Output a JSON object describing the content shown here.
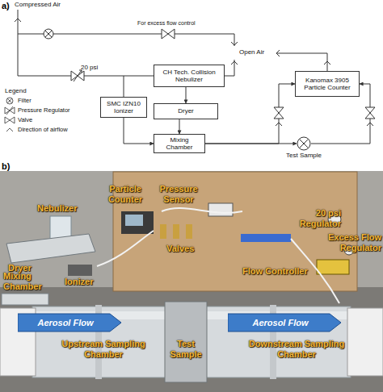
{
  "diagram": {
    "nodes": [
      {
        "text": [
          "CH Tech. Collision Nebulizer"
        ]
      },
      {
        "text": [
          "Kanomax 3905 Particle Counter"
        ]
      },
      {
        "text": [
          "SMC IZN10 Ionizer"
        ]
      },
      {
        "text": [
          "Dryer"
        ]
      },
      {
        "text": [
          "Mixing Chamber"
        ]
      },
      {
        "text": [
          "Test Sample"
        ]
      },
      {
        "text": [
          "Aerosol Flow"
        ]
      },
      {
        "text": [
          "Aerosol Flow"
        ]
      }
    ],
    "edges": [
      {
        "from": 0,
        "to": 3,
        "arrow": "to"
      },
      {
        "from": 3,
        "to": 4,
        "arrow": "to"
      },
      {
        "from": 2,
        "to": 4,
        "arrow": "to"
      },
      {
        "from": 4,
        "to": 5,
        "arrow": "to"
      },
      {
        "from": 4,
        "to": 1,
        "arrow": "to"
      },
      {
        "from": 5,
        "to": 1,
        "arrow": "to"
      }
    ],
    "labels": [
      "a)",
      "Compressed Air",
      "For excess flow control",
      "Open Air",
      "20 psi",
      "Legend",
      "b)",
      "Particle Counter",
      "Pressure Sensor",
      "20 psi Regulator",
      "Nebulizer",
      "Valves",
      "Excess Flow Regulator",
      "Dryer",
      "Flow Controller",
      "Ionizer",
      "Mixing Chamber",
      "Upstream Sampling Chamber",
      "Test Sample",
      "Downstream Sampling Chamber"
    ],
    "legend": [
      {
        "text": "Filter"
      },
      {
        "text": "Pressure Regulator"
      },
      {
        "text": "Valve"
      },
      {
        "text": "Direction of airflow"
      }
    ]
  }
}
